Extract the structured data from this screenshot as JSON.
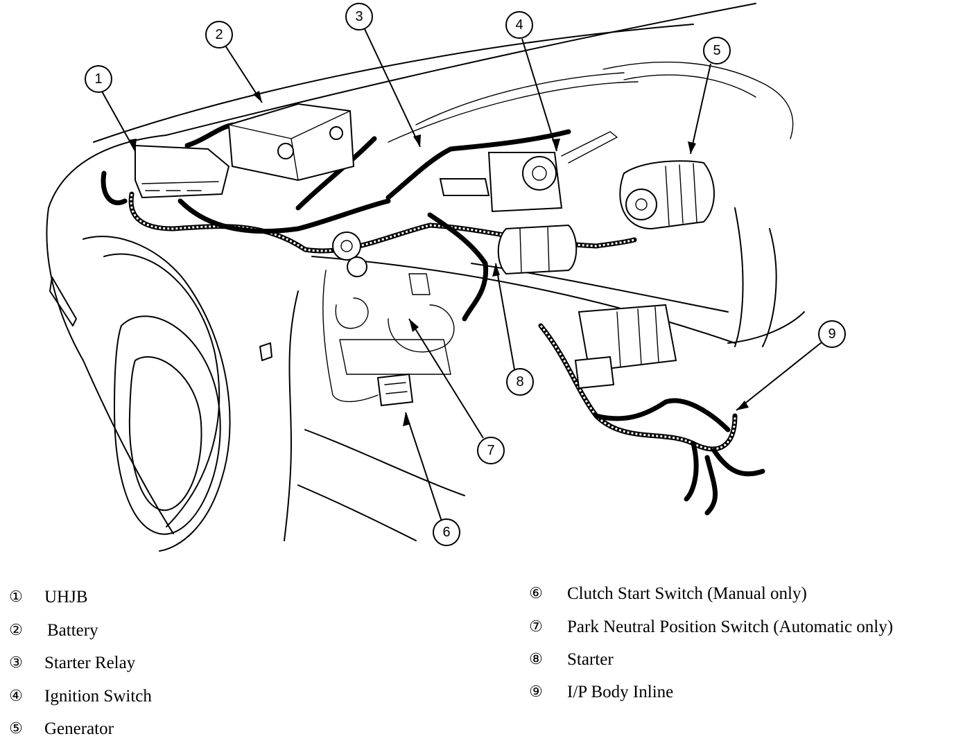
{
  "callouts": [
    "1",
    "2",
    "3",
    "4",
    "5",
    "6",
    "7",
    "8",
    "9"
  ],
  "legend": {
    "left": [
      {
        "num": "①",
        "label": "UHJB"
      },
      {
        "num": "②",
        "label": "Battery"
      },
      {
        "num": "③",
        "label": "Starter Relay"
      },
      {
        "num": "④",
        "label": "Ignition Switch"
      },
      {
        "num": "⑤",
        "label": "Generator"
      }
    ],
    "right": [
      {
        "num": "⑥",
        "label": "Clutch Start Switch (Manual only)"
      },
      {
        "num": "⑦",
        "label": "Park Neutral Position Switch (Automatic only)"
      },
      {
        "num": "⑧",
        "label": "Starter"
      },
      {
        "num": "⑨",
        "label": "I/P Body Inline"
      }
    ]
  }
}
